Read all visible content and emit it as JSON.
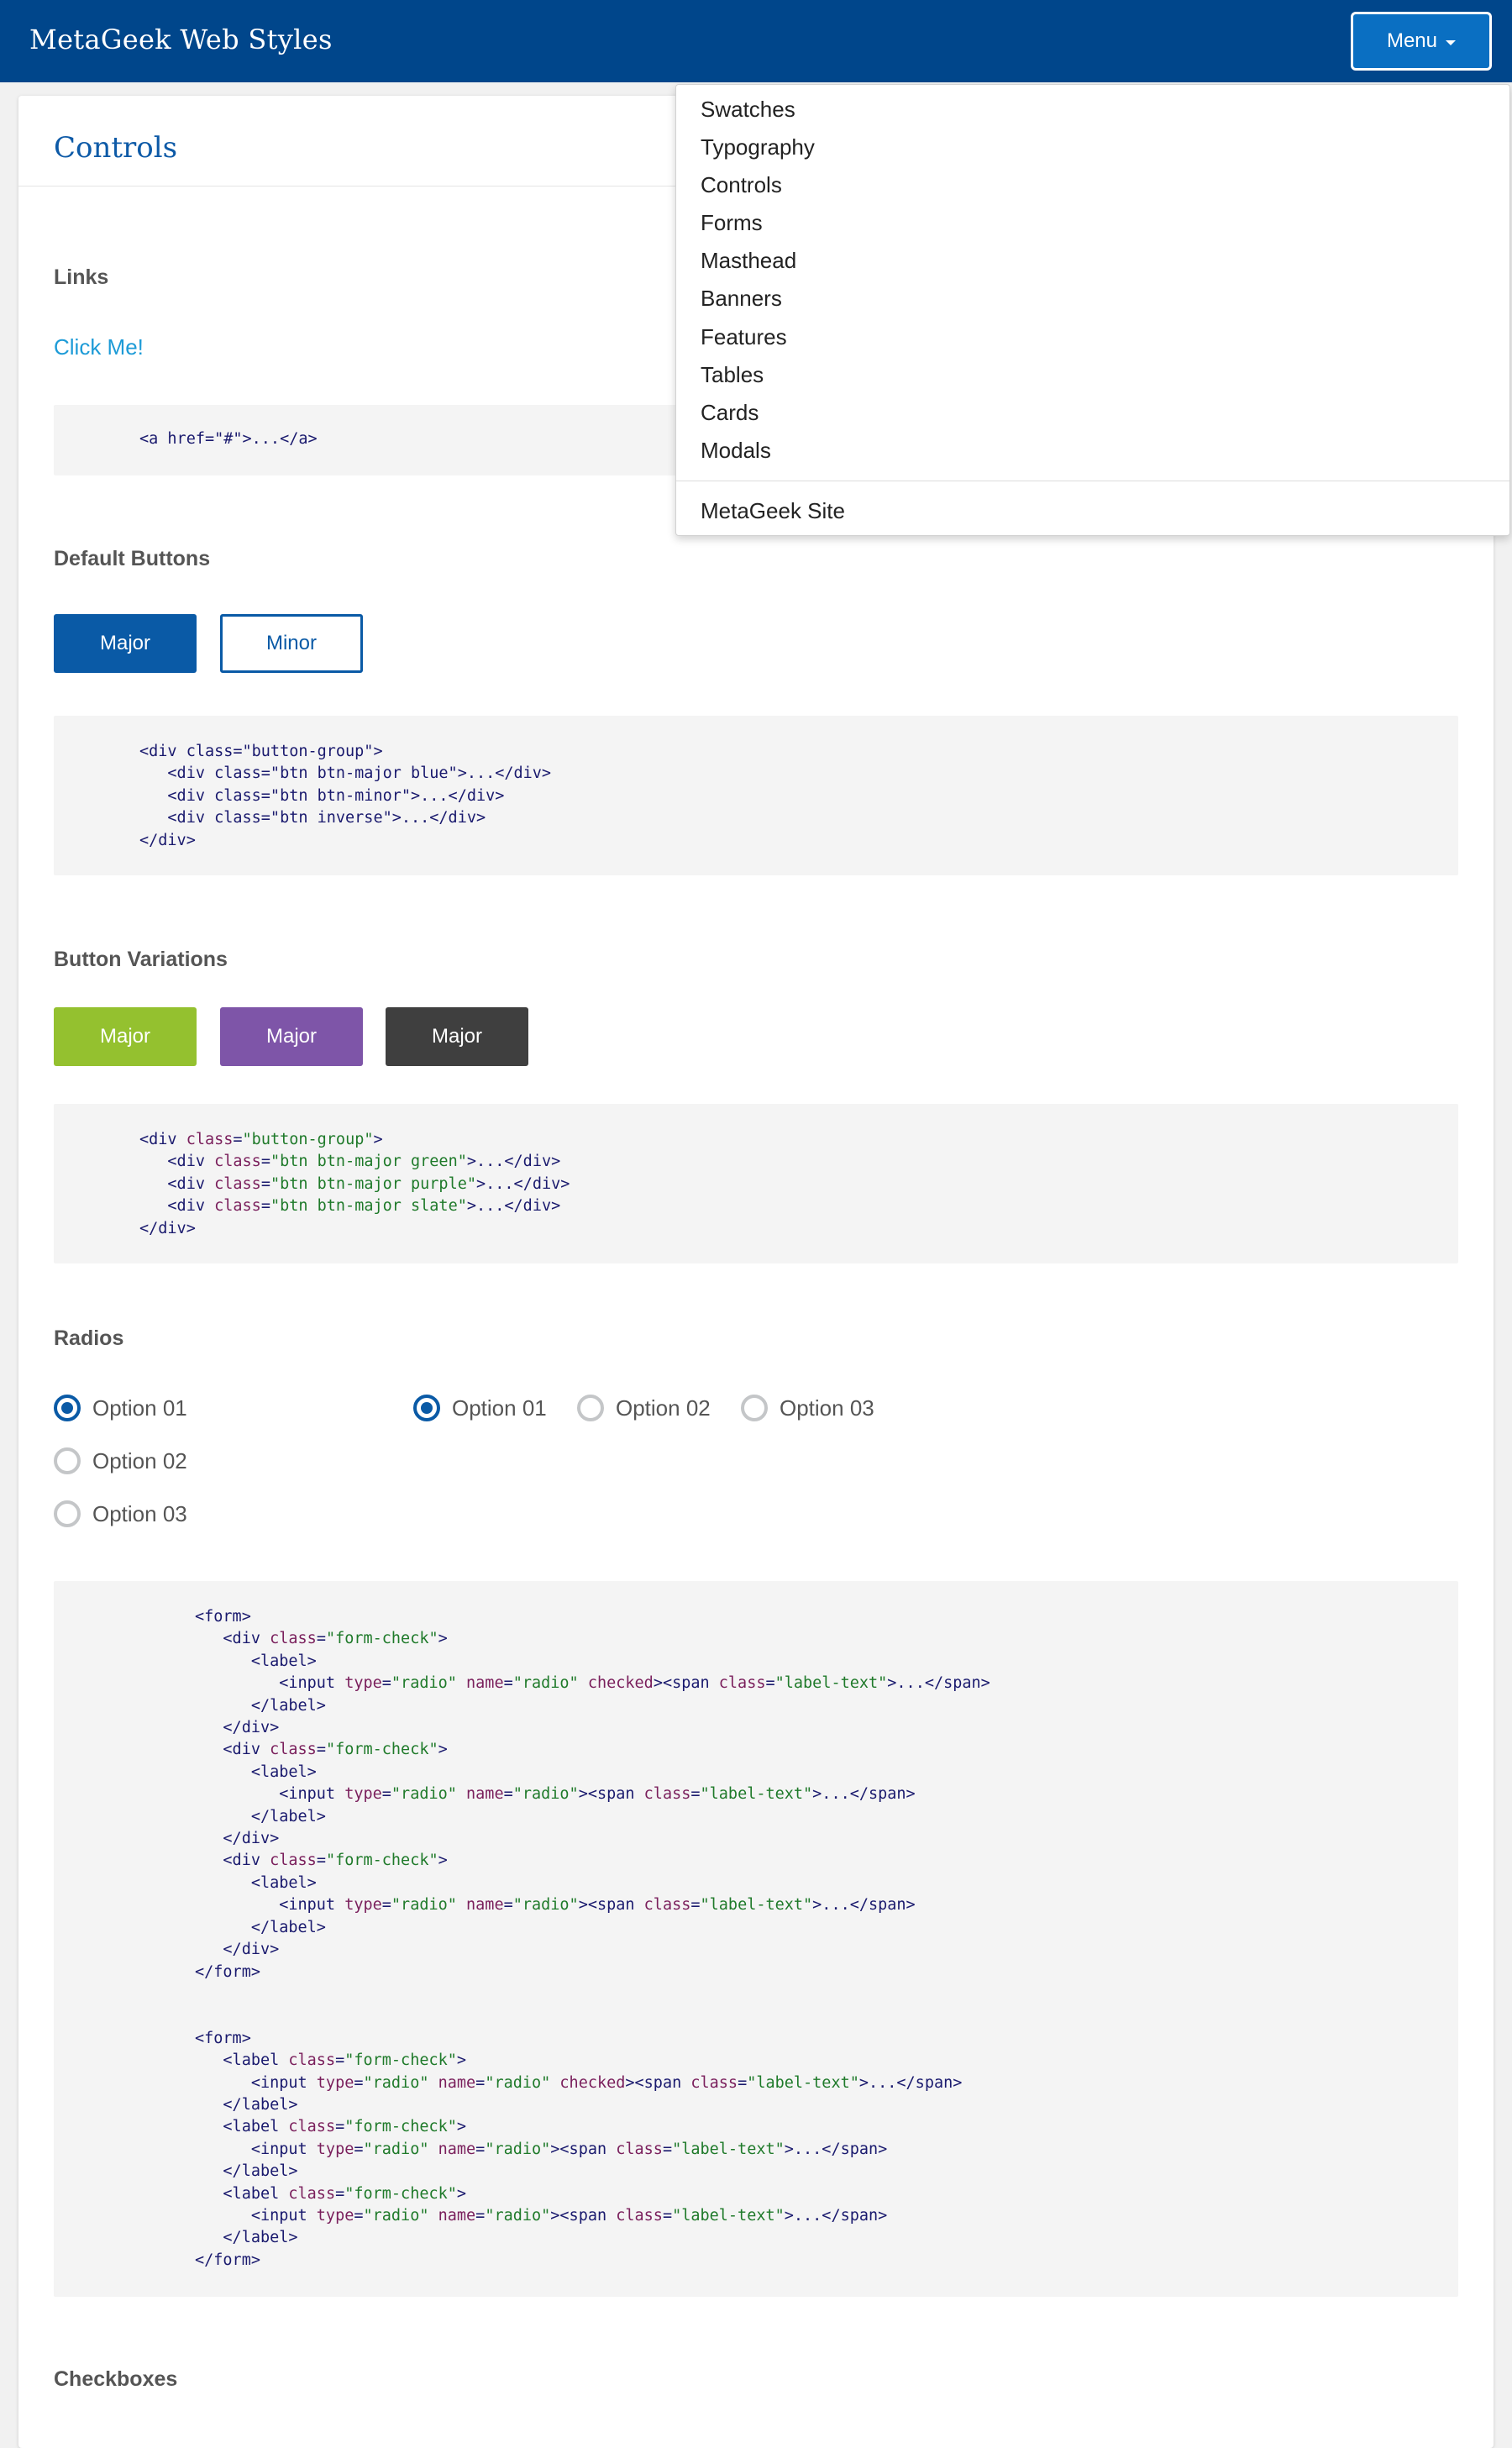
{
  "masthead": {
    "title": "MetaGeek Web Styles",
    "menu_label": "Menu"
  },
  "menu": {
    "items": [
      "Swatches",
      "Typography",
      "Controls",
      "Forms",
      "Masthead",
      "Banners",
      "Features",
      "Tables",
      "Cards",
      "Modals"
    ],
    "external": "MetaGeek Site"
  },
  "page": {
    "title": "Controls"
  },
  "links_section": {
    "heading": "Links",
    "link_text": "Click Me!",
    "code": "<a href=\"#\">...</a>"
  },
  "default_buttons": {
    "heading": "Default Buttons",
    "major_label": "Major",
    "minor_label": "Minor",
    "code_lines": [
      "<div class=\"button-group\">",
      "   <div class=\"btn btn-major blue\">...</div>",
      "   <div class=\"btn btn-minor\">...</div>",
      "   <div class=\"btn inverse\">...</div>",
      "</div>"
    ]
  },
  "button_variations": {
    "heading": "Button Variations",
    "green_label": "Major",
    "purple_label": "Major",
    "slate_label": "Major",
    "colors": {
      "green": "#94c12f",
      "purple": "#7e55a8",
      "slate": "#3f3f3f",
      "blue": "#0a5aa6"
    }
  },
  "radios": {
    "heading": "Radios",
    "vertical": [
      {
        "label": "Option 01",
        "checked": true
      },
      {
        "label": "Option 02",
        "checked": false
      },
      {
        "label": "Option 03",
        "checked": false
      }
    ],
    "horizontal": [
      {
        "label": "Option 01",
        "checked": true
      },
      {
        "label": "Option 02",
        "checked": false
      },
      {
        "label": "Option 03",
        "checked": false
      }
    ]
  },
  "checkboxes": {
    "heading": "Checkboxes"
  }
}
